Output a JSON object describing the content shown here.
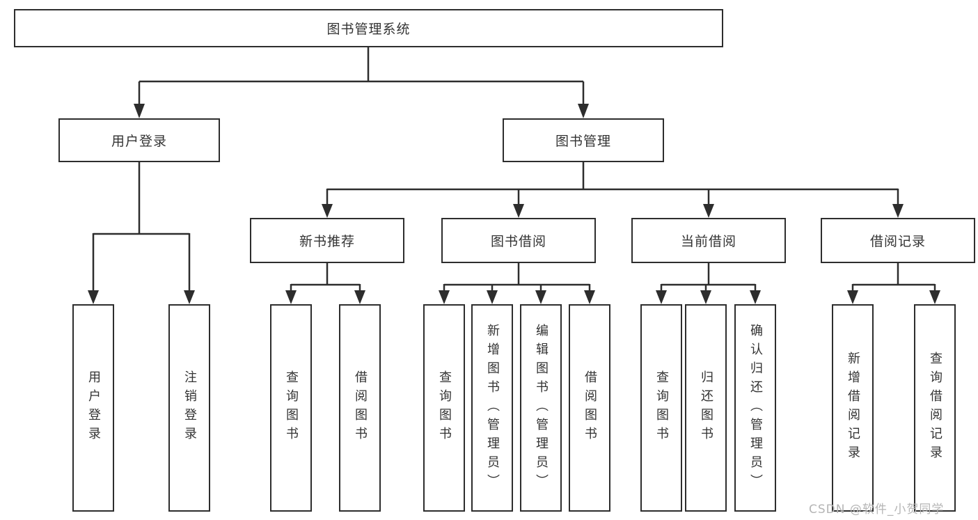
{
  "colors": {
    "line": "#2d2d2d",
    "box_border": "#2d2d2d",
    "text": "#333333",
    "background": "#ffffff",
    "watermark_text": "#b5b5b5"
  },
  "tree": {
    "label": "图书管理系统",
    "children": [
      {
        "label": "用户登录",
        "children": [
          {
            "label": "用户登录"
          },
          {
            "label": "注销登录"
          }
        ]
      },
      {
        "label": "图书管理",
        "children": [
          {
            "label": "新书推荐",
            "children": [
              {
                "label": "查询图书"
              },
              {
                "label": "借阅图书"
              }
            ]
          },
          {
            "label": "图书借阅",
            "children": [
              {
                "label": "查询图书"
              },
              {
                "label": "新增图书（管理员）"
              },
              {
                "label": "编辑图书（管理员）"
              },
              {
                "label": "借阅图书"
              }
            ]
          },
          {
            "label": "当前借阅",
            "children": [
              {
                "label": "查询图书"
              },
              {
                "label": "归还图书"
              },
              {
                "label": "确认归还（管理员）"
              }
            ]
          },
          {
            "label": "借阅记录",
            "children": [
              {
                "label": "新增借阅记录"
              },
              {
                "label": "查询借阅记录"
              }
            ]
          }
        ]
      }
    ]
  },
  "watermark": {
    "text": "CSDN @软件_小贺同学"
  }
}
